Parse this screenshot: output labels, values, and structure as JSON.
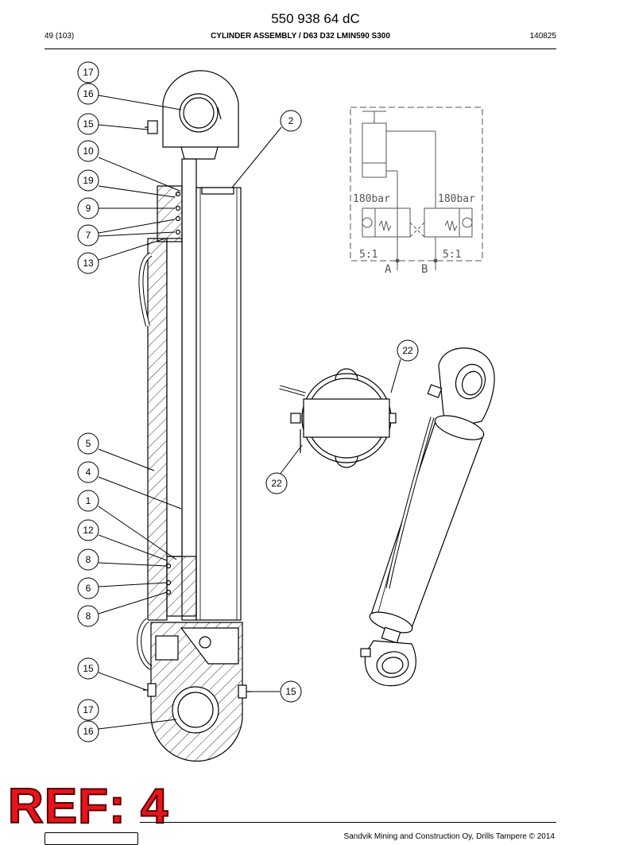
{
  "document": {
    "number": "550 938 64 dC",
    "page": "49 (103)",
    "title": "CYLINDER ASSEMBLY / D63 D32 LMIN590 S300",
    "code": "140825"
  },
  "ref_stamp": "REF: 4",
  "footer": {
    "copyright": "Sandvik Mining and Construction Oy, Drills Tampere © 2014"
  },
  "callouts": [
    {
      "id": "c17a",
      "label": "17"
    },
    {
      "id": "c16a",
      "label": "16"
    },
    {
      "id": "c15a",
      "label": "15"
    },
    {
      "id": "c10",
      "label": "10"
    },
    {
      "id": "c19",
      "label": "19"
    },
    {
      "id": "c9",
      "label": "9"
    },
    {
      "id": "c7",
      "label": "7"
    },
    {
      "id": "c13",
      "label": "13"
    },
    {
      "id": "c5",
      "label": "5"
    },
    {
      "id": "c4",
      "label": "4"
    },
    {
      "id": "c1",
      "label": "1"
    },
    {
      "id": "c12",
      "label": "12"
    },
    {
      "id": "c8a",
      "label": "8"
    },
    {
      "id": "c6",
      "label": "6"
    },
    {
      "id": "c8b",
      "label": "8"
    },
    {
      "id": "c15b",
      "label": "15"
    },
    {
      "id": "c17b",
      "label": "17"
    },
    {
      "id": "c16b",
      "label": "16"
    },
    {
      "id": "c2",
      "label": "2"
    },
    {
      "id": "c15c",
      "label": "15"
    },
    {
      "id": "c22a",
      "label": "22"
    },
    {
      "id": "c22b",
      "label": "22"
    }
  ],
  "schematic": {
    "valve_left_pressure": "180bar",
    "valve_right_pressure": "180bar",
    "ratio_left": "5:1",
    "ratio_right": "5:1",
    "port_a": "A",
    "port_b": "B"
  }
}
